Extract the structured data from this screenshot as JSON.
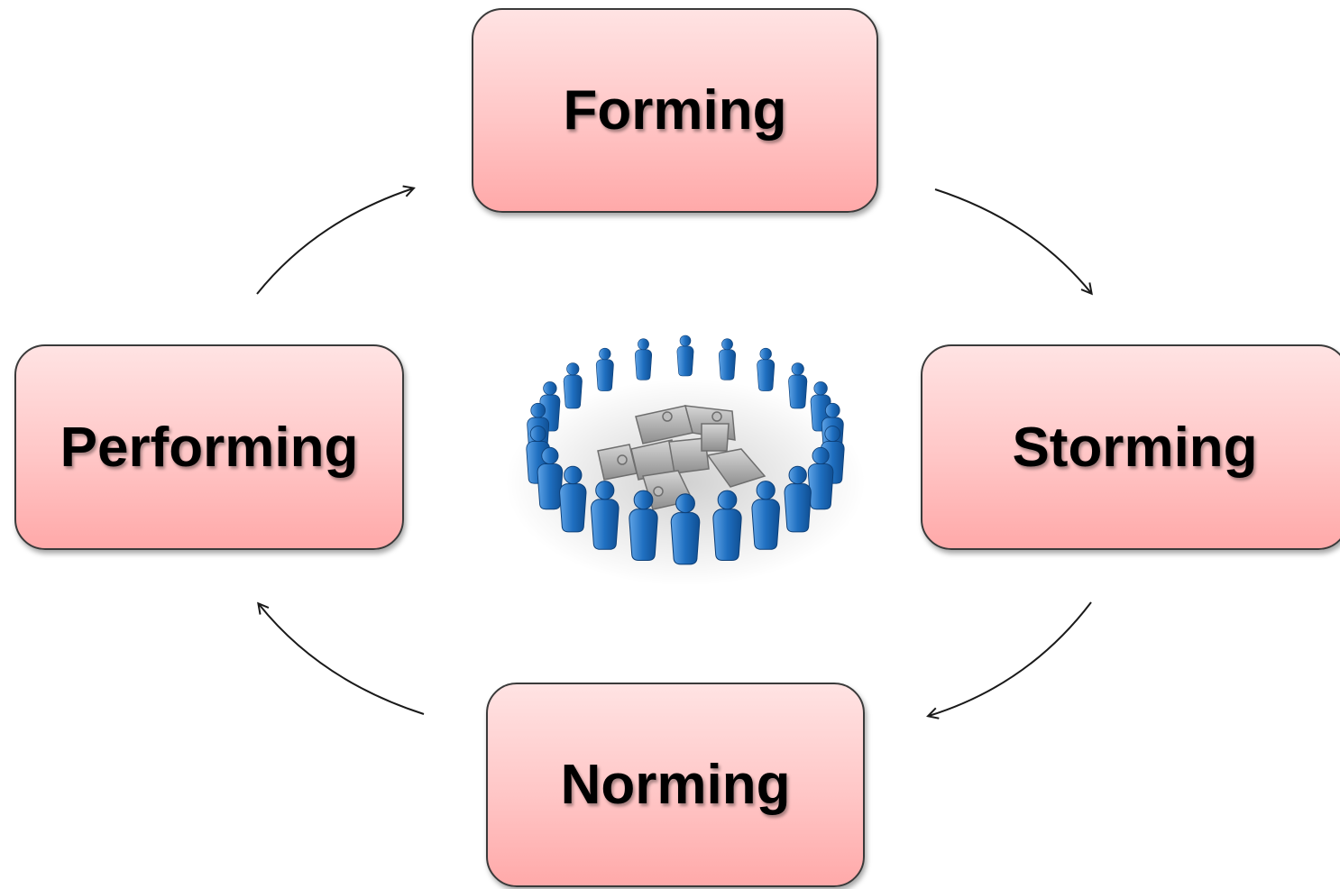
{
  "diagram": {
    "stages": [
      {
        "id": "forming",
        "label": "Forming"
      },
      {
        "id": "storming",
        "label": "Storming"
      },
      {
        "id": "norming",
        "label": "Norming"
      },
      {
        "id": "performing",
        "label": "Performing"
      }
    ],
    "cycle_order": [
      "forming",
      "storming",
      "norming",
      "performing",
      "forming"
    ],
    "center_illustration": "team-circle-puzzle-icon",
    "colors": {
      "box_fill_top": "#ffe3e3",
      "box_fill_bottom": "#ffa9a9",
      "box_border": "#3a3a3a",
      "figure_blue": "#1f6fc0",
      "puzzle_gray": "#a9a9a9",
      "arrow": "#1a1a1a"
    }
  }
}
